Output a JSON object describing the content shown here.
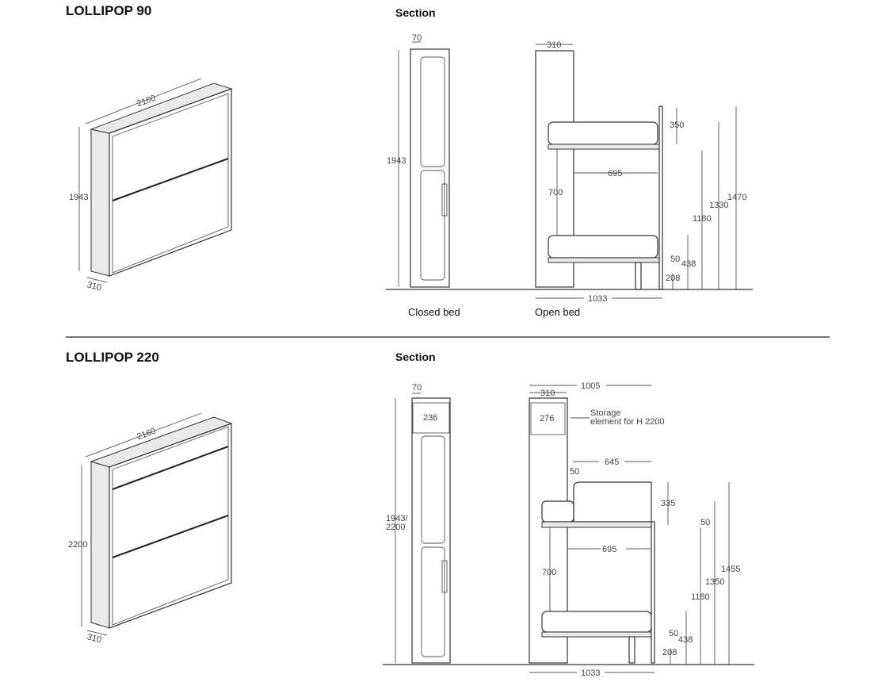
{
  "products": [
    {
      "title": "LOLLIPOP 90",
      "section_label": "Section",
      "iso_view": {
        "width": "2160",
        "height": "1943",
        "depth": "310"
      },
      "closed_bed": {
        "caption": "Closed bed",
        "depth_top": "70",
        "height": "1943"
      },
      "open_bed": {
        "caption": "Open bed",
        "cabinet_depth": "310",
        "upper_bed_height": "350",
        "bed_length": "695",
        "bunk_spacing": "700",
        "total_depth": "1033",
        "heights": {
          "h_50": "50",
          "h_208": "208",
          "h_438": "438",
          "h_1180": "1180",
          "h_1330": "1330",
          "h_1470": "1470"
        }
      }
    },
    {
      "title": "LOLLIPOP 220",
      "section_label": "Section",
      "iso_view": {
        "width": "2160",
        "height": "2200",
        "depth": "310"
      },
      "closed_bed": {
        "caption": "",
        "depth_top": "70",
        "storage_height": "236",
        "height_line1": "1943/",
        "height_line2": "2200"
      },
      "open_bed": {
        "caption": "",
        "overall_depth": "1005",
        "cabinet_depth": "310",
        "storage_depth": "276",
        "storage_note_line1": "Storage",
        "storage_note_line2": "element for H 2200",
        "guard_length": "645",
        "gap_50": "50",
        "upper_bed_height": "335",
        "bed_length": "695",
        "bunk_spacing": "700",
        "total_depth": "1033",
        "heights": {
          "h_50_low": "50",
          "h_208": "208",
          "h_438": "438",
          "h_1180": "1180",
          "h_50_high": "50",
          "h_1350": "1350",
          "h_1455": "1455"
        }
      }
    }
  ],
  "colors": {
    "line": "#333333",
    "text": "#111111",
    "dim_text": "#444444",
    "divider": "#222222"
  }
}
